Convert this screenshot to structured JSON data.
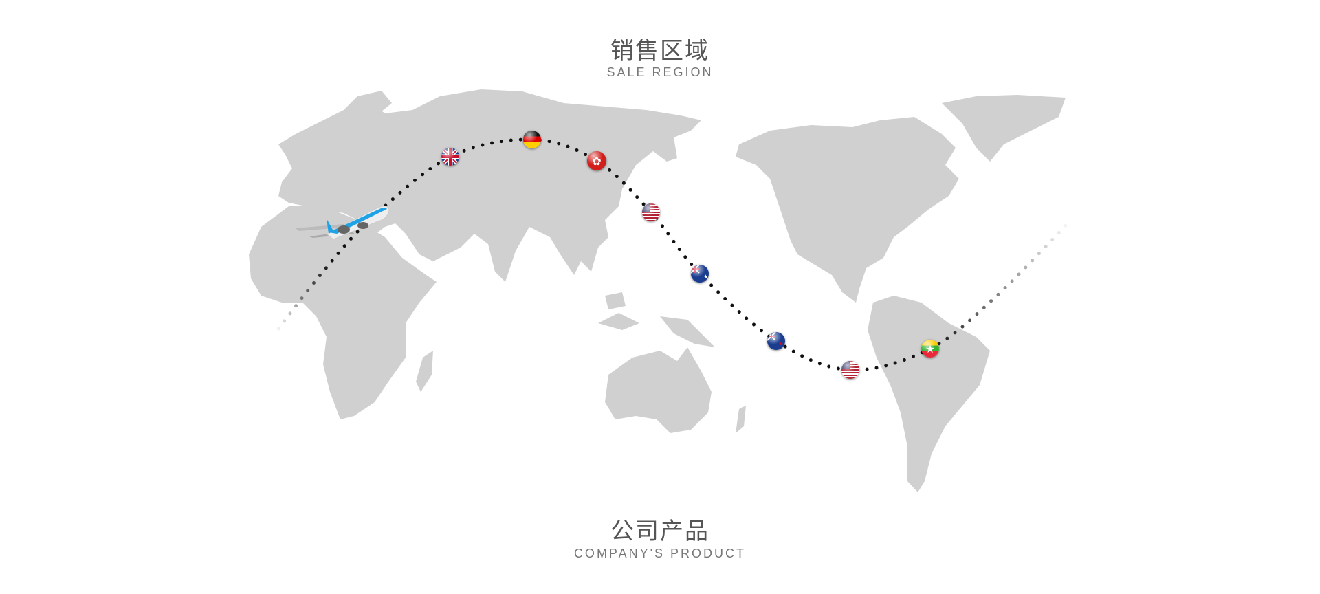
{
  "header": {
    "title": "销售区域",
    "subtitle": "SALE REGION"
  },
  "footer": {
    "title": "公司产品",
    "subtitle": "COMPANY'S PRODUCT"
  },
  "colors": {
    "land": "#d0d0d0",
    "route": "#111111",
    "text": "#555555"
  },
  "route_icons": [
    "airplane-icon",
    "uk-flag-icon",
    "germany-flag-icon",
    "hong-kong-flag-icon",
    "usa-flag-icon",
    "australia-flag-icon",
    "new-zealand-flag-icon",
    "usa-flag-icon",
    "myanmar-flag-icon"
  ]
}
